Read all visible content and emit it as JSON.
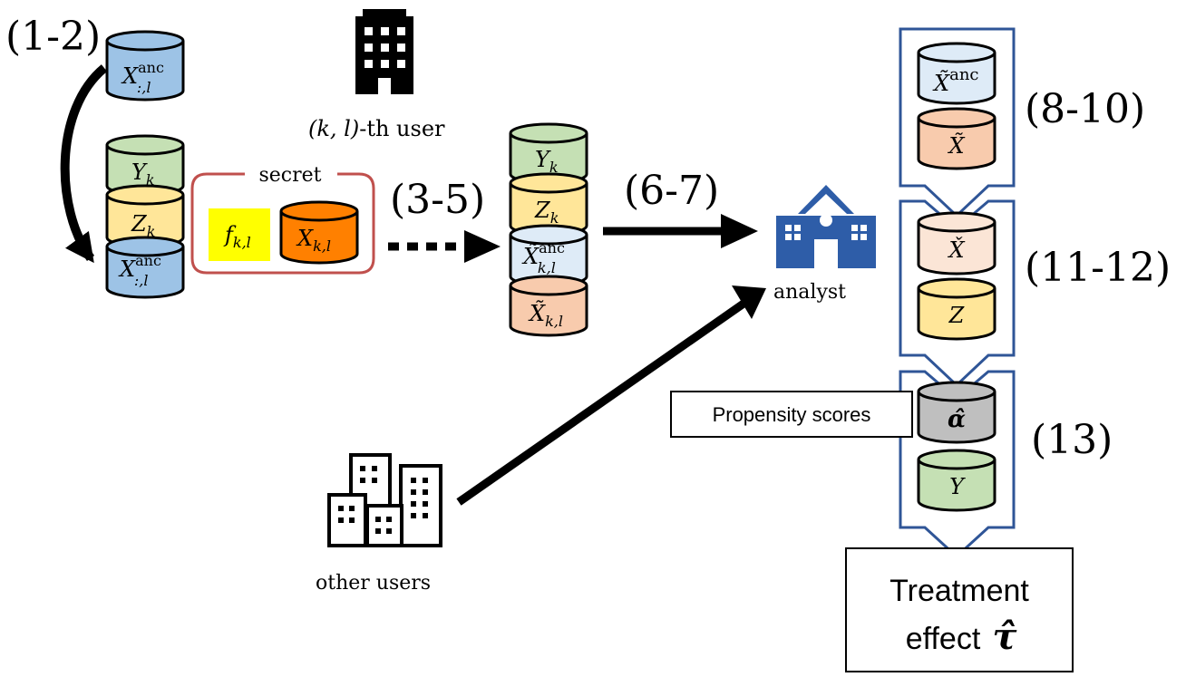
{
  "steps": {
    "s1_2": "(1-2)",
    "s3_5": "(3-5)",
    "s6_7": "(6-7)",
    "s8_10": "(8-10)",
    "s11_12": "(11-12)",
    "s13": "(13)"
  },
  "labels": {
    "kl_user_math": "(k, l)",
    "kl_user_suffix": "-th user",
    "secret": "secret",
    "analyst": "analyst",
    "other_users": "other users",
    "propensity": "Propensity scores",
    "treatment_line1": "Treatment",
    "treatment_line2": "effect",
    "tau_hat": "τ̂"
  },
  "math": {
    "X_sym": "X",
    "Y_sym": "Y",
    "Z_sym": "Z",
    "f_sym": "f",
    "anc": "anc",
    "sub_colon_l": ":,l",
    "sub_k": "k",
    "sub_kl": "k,l",
    "X_tilde": "X̃",
    "X_check": "X̌",
    "alpha_hat": "α̂"
  },
  "colors": {
    "blue_fill": "#9dc3e6",
    "green_fill": "#c5e0b4",
    "yellow_fill": "#ffe699",
    "salmon_fill": "#f8cbad",
    "light_blue_fill": "#deebf7",
    "pale_salmon_fill": "#fbe5d6",
    "orange_fill": "#ff8000",
    "gray_fill": "#bfbfbf",
    "bright_yellow": "#ffff00",
    "secret_border": "#c0504d",
    "pipeline_blue": "#2f5597",
    "analyst_blue": "#2e5da8"
  }
}
